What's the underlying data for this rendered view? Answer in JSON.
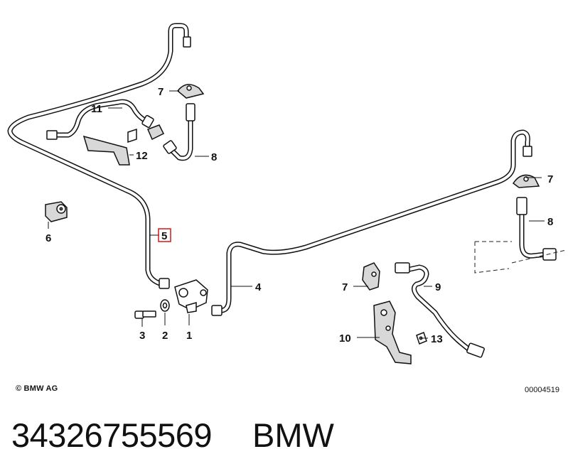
{
  "diagram": {
    "callouts": [
      {
        "id": "1",
        "label": "1"
      },
      {
        "id": "2",
        "label": "2"
      },
      {
        "id": "3",
        "label": "3"
      },
      {
        "id": "4",
        "label": "4"
      },
      {
        "id": "5",
        "label": "5",
        "highlight_color": "#d11a1a"
      },
      {
        "id": "6",
        "label": "6"
      },
      {
        "id": "7a",
        "label": "7"
      },
      {
        "id": "7b",
        "label": "7"
      },
      {
        "id": "7c",
        "label": "7"
      },
      {
        "id": "8a",
        "label": "8"
      },
      {
        "id": "8b",
        "label": "8"
      },
      {
        "id": "9",
        "label": "9"
      },
      {
        "id": "10",
        "label": "10"
      },
      {
        "id": "11",
        "label": "11"
      },
      {
        "id": "12",
        "label": "12"
      },
      {
        "id": "13",
        "label": "13"
      }
    ],
    "copyright": "© BMW AG",
    "diagram_id": "00004519"
  },
  "caption": {
    "part_number": "34326755569",
    "brand": "BMW"
  }
}
